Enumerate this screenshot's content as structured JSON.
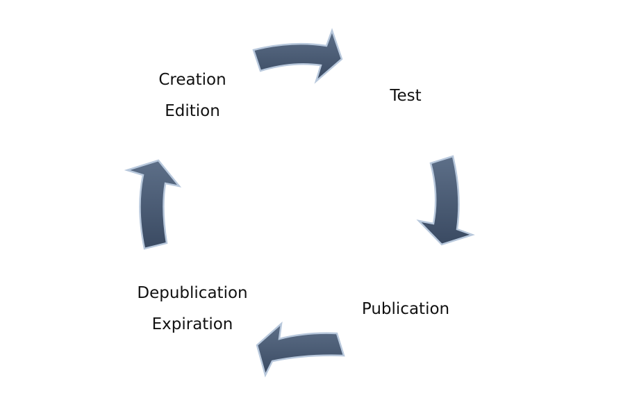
{
  "diagram": {
    "type": "cycle",
    "arrow_color": "#44546a",
    "arrow_highlight": "#b8c8dc",
    "stages": [
      {
        "lines": [
          "Creation",
          "Edition"
        ]
      },
      {
        "lines": [
          "Test"
        ]
      },
      {
        "lines": [
          "Publication"
        ]
      },
      {
        "lines": [
          "Depublication",
          "Expiration"
        ]
      }
    ]
  }
}
